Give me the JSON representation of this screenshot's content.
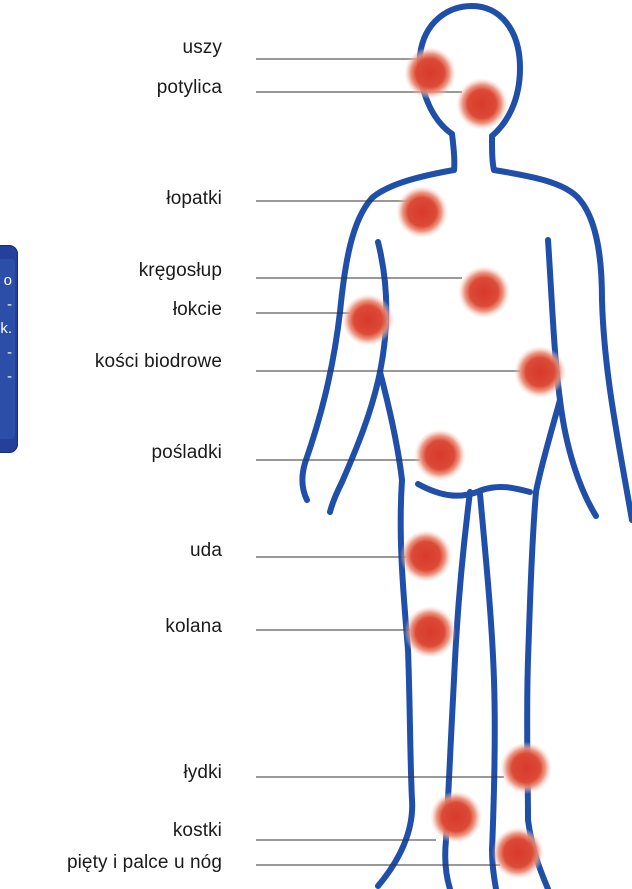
{
  "labels": [
    "uszy",
    "potylica",
    "łopatki",
    "kręgosłup",
    "łokcie",
    "kości biodrowe",
    "pośladki",
    "uda",
    "kolana",
    "łydki",
    "kostki",
    "pięty i palce u nóg"
  ],
  "side_panel": {
    "lines": [
      "o",
      "-",
      "k.",
      "-",
      "-"
    ]
  },
  "colors": {
    "outline": "#1f4fa8",
    "spot": "#d8392a",
    "panel": "#24409a",
    "leader": "#333333"
  }
}
